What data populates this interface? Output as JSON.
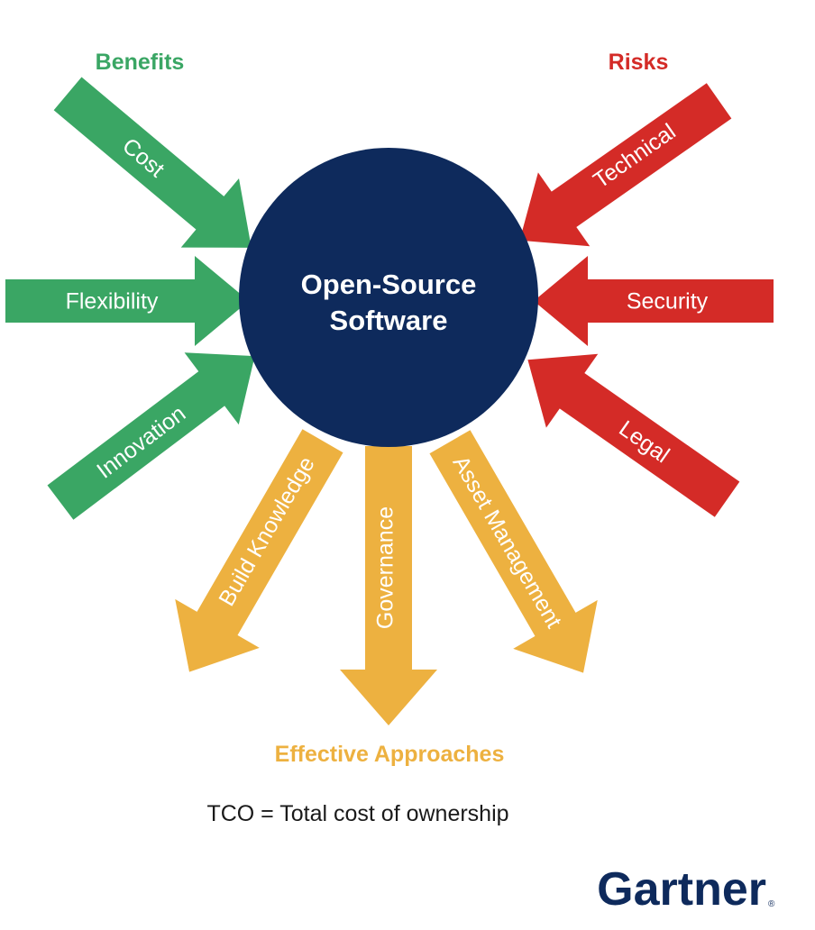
{
  "groups": {
    "benefits": {
      "title": "Benefits",
      "color": "#3aa664",
      "items": [
        "Cost",
        "Flexibility",
        "Innovation"
      ]
    },
    "risks": {
      "title": "Risks",
      "color": "#d42b27",
      "items": [
        "Technical",
        "Security",
        "Legal"
      ]
    },
    "approaches": {
      "title": "Effective Approaches",
      "color": "#edb140",
      "items": [
        "Build Knowledge",
        "Governance",
        "Asset Management"
      ]
    }
  },
  "center": {
    "line1": "Open-Source",
    "line2": "Software",
    "color": "#0e2a5c"
  },
  "footnote": "TCO = Total cost of ownership",
  "brand": {
    "name": "Gartner",
    "mark": "®"
  }
}
